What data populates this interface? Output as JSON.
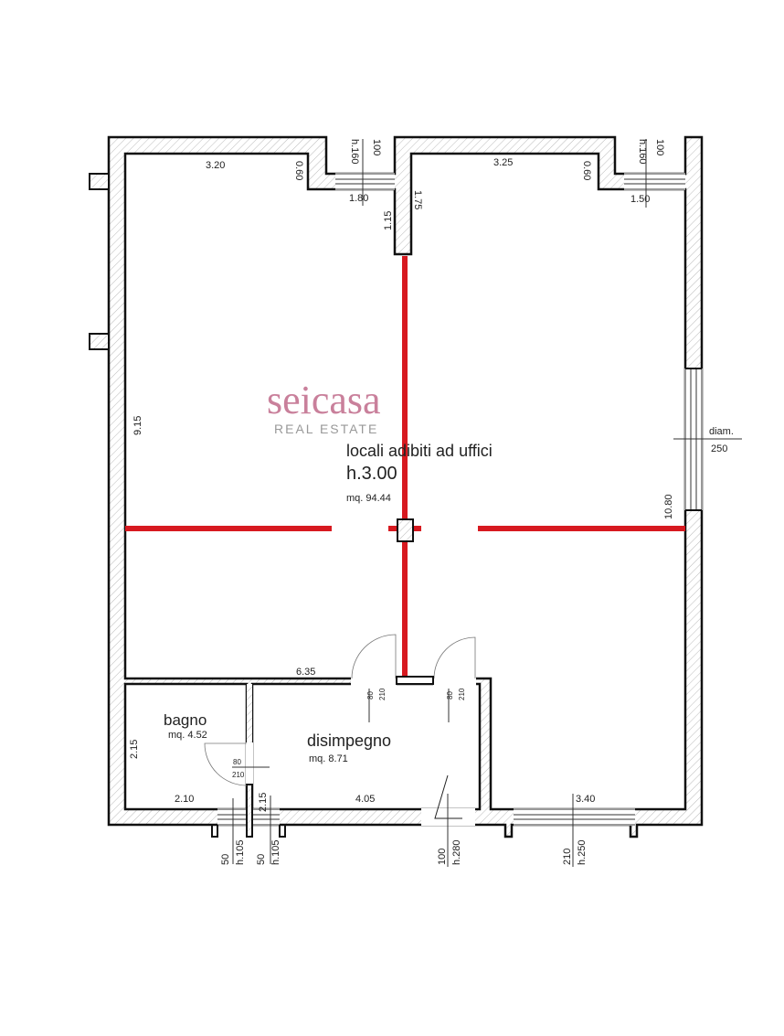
{
  "logo": {
    "brand": "seicasa",
    "tagline": "REAL ESTATE",
    "brand_color": "#c06a8a"
  },
  "colors": {
    "partition_lines": "#d71920",
    "walls": "#111111"
  },
  "rooms": {
    "main": {
      "name": "locali adibiti ad uffici",
      "height": "h.3.00",
      "area": "mq. 94.44"
    },
    "bagno": {
      "name": "bagno",
      "area": "mq. 4.52"
    },
    "disimpegno": {
      "name": "disimpegno",
      "area": "mq. 8.71"
    }
  },
  "dimensions": {
    "top_left_wall": "3.20",
    "top_left_recess": "0.60",
    "window1_width": "100",
    "window1_height": "h.160",
    "window1_span": "1.80",
    "partition_left": "1.15",
    "partition_right": "1.75",
    "top_right_wall": "3.25",
    "top_right_recess": "0.60",
    "window2_width": "100",
    "window2_height": "h.160",
    "window2_span": "1.50",
    "left_wall": "9.15",
    "right_wall": "10.80",
    "side_window_label": "diam.",
    "side_window_value": "250",
    "main_bottom": "6.35",
    "door1_w": "80",
    "door1_h": "210",
    "door2_w": "80",
    "door2_h": "210",
    "bagno_side": "2.15",
    "bagno_door_w": "80",
    "bagno_door_h": "210",
    "bagno_bottom": "2.10",
    "disimpegno_side": "2.15",
    "disimpegno_bottom": "4.05",
    "win3_w": "50",
    "win3_h": "h.105",
    "win4_w": "50",
    "win4_h": "h.105",
    "entry_w": "100",
    "entry_h": "h.280",
    "bottom_right": "3.40",
    "win5_w": "210",
    "win5_h": "h.250"
  }
}
